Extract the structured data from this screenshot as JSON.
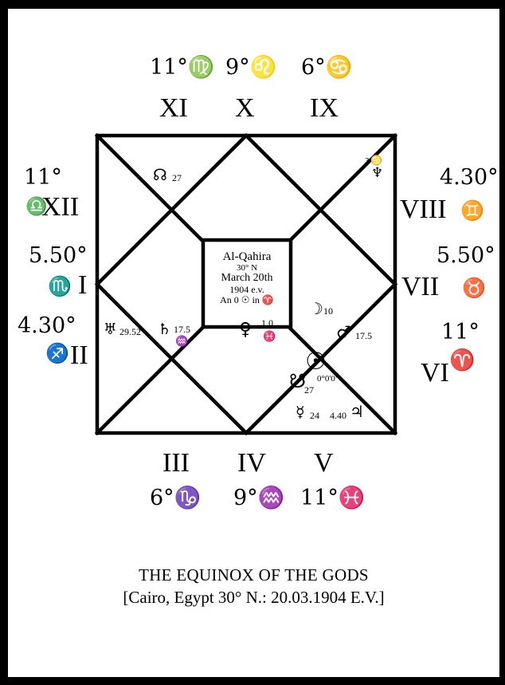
{
  "signs": {
    "XI": "11°♍",
    "X": "9°♌",
    "IX": "6°♋",
    "XII": "11°",
    "XII_sign": "♎",
    "I": "5.50°",
    "I_sign": "♏",
    "II": "4.30°",
    "II_sign": "♐",
    "VIII": "4.30°",
    "VIII_sign": "♊",
    "VII": "5.50°",
    "VII_sign": "♉",
    "VI": "11°",
    "VI_sign": "♈",
    "III": "6°♑",
    "IV": "9°♒",
    "V": "11°♓"
  },
  "houses": {
    "h1": "I",
    "h2": "II",
    "h3": "III",
    "h4": "IV",
    "h5": "V",
    "h6": "VI",
    "h7": "VII",
    "h8": "VIII",
    "h9": "IX",
    "h10": "X",
    "h11": "XI",
    "h12": "XII"
  },
  "center": {
    "line1": "Al-Qahira",
    "line2": "30° N",
    "line3": "March 20th",
    "line4": "1904 e.v.",
    "line5": "An 0 ☉ in ♈"
  },
  "planets": {
    "north_node": "☊",
    "north_node_deg": "27",
    "neptune": "♆",
    "neptune_deg": "3",
    "neptune_sign": "♋",
    "uranus": "♅",
    "uranus_deg": "29.52",
    "saturn": "♄",
    "saturn_deg": "17.5",
    "saturn_sign": "♒",
    "venus": "♀",
    "venus_deg": "1.0",
    "venus_sign": "♓",
    "moon": "☽",
    "moon_deg": "10",
    "mars": "♂",
    "mars_deg": "17.5",
    "sun": "☉",
    "sun_deg": "0°0'0\"",
    "south_node": "☋",
    "south_node_deg": "27",
    "mercury": "☿",
    "mercury_deg": "24",
    "jupiter": "♃",
    "jupiter_deg": "4.40"
  },
  "caption": {
    "title": "THE EQUINOX OF THE GODS",
    "subtitle": "[Cairo, Egypt 30° N.: 20.03.1904 E.V.]"
  }
}
